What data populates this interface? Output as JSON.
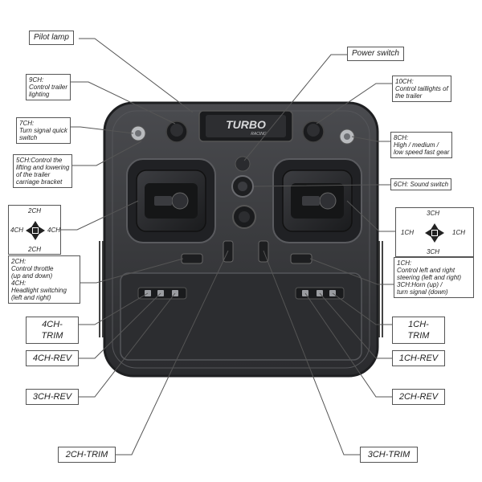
{
  "labels": {
    "pilot_lamp": "Pilot lamp",
    "power_switch": "Power switch",
    "ch9": [
      "9CH:",
      "Control trailer",
      "lighting"
    ],
    "ch10": [
      "10CH:",
      "Control taillights of",
      "the trailer"
    ],
    "ch7": [
      "7CH:",
      "Turn signal quick",
      "switch"
    ],
    "ch8": [
      "8CH:",
      "High / medium /",
      "low speed fast gear"
    ],
    "ch5": [
      "5CH:Control the",
      "lifting and lowering",
      "of the trailer",
      "carriage bracket"
    ],
    "ch6": "6CH: Sound switch",
    "left_desc": [
      "2CH:",
      "Control throttle",
      "(up and down)",
      "4CH:",
      "Headlight switching",
      "(left and right)"
    ],
    "right_desc": [
      "1CH:",
      "Control left and right",
      "steering (left and right)",
      "3CH:Horn (up) /",
      "turn signal (down)"
    ],
    "ch4_trim": "4CH-TRIM",
    "ch4_rev": "4CH-REV",
    "ch3_rev": "3CH-REV",
    "ch2_trim": "2CH-TRIM",
    "ch1_trim": "1CH-TRIM",
    "ch1_rev": "1CH-REV",
    "ch2_rev": "2CH-REV",
    "ch3_trim": "3CH-TRIM"
  },
  "left_cross": {
    "top": "2CH",
    "bottom": "2CH",
    "left": "4CH",
    "right": "4CH"
  },
  "right_cross": {
    "top": "3CH",
    "bottom": "3CH",
    "left": "1CH",
    "right": "1CH"
  },
  "brand": {
    "logo_text": "TURBO",
    "logo_sub": "RACING"
  },
  "colors": {
    "body": "#3a3b3e",
    "body_dark": "#1f2022",
    "leader": "#555555",
    "panel": "#2c2d30"
  }
}
